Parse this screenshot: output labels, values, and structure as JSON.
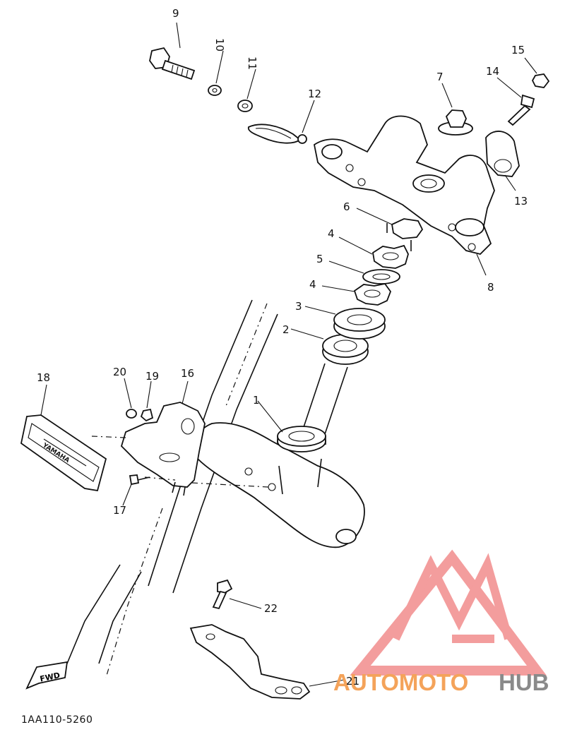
{
  "diagram": {
    "part_code": "1AA110-5260",
    "fwd_label": "FWD",
    "callouts": [
      "1",
      "2",
      "3",
      "4",
      "4",
      "5",
      "6",
      "7",
      "8",
      "9",
      "10",
      "11",
      "12",
      "13",
      "14",
      "15",
      "16",
      "17",
      "18",
      "19",
      "20",
      "21",
      "22"
    ]
  },
  "watermark": {
    "text_orange": "AUTOMOTO",
    "text_gray": "HUB",
    "color_orange": "#F4A35A",
    "color_gray": "#8A8A8A",
    "color_triangle": "#F28C8C"
  }
}
